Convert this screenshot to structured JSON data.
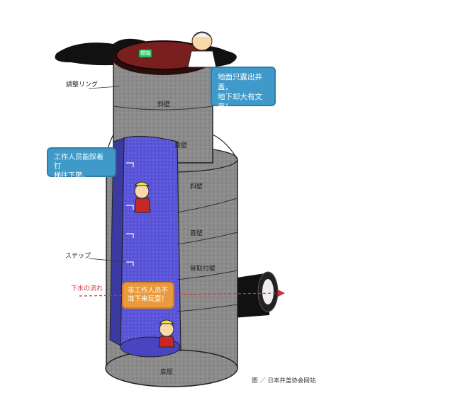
{
  "manhole_label": "標識",
  "parts": {
    "adjust_ring": "調整リング",
    "slope_upper": "斜壁",
    "straight_upper": "直壁",
    "slope_lower": "斜壁",
    "straight_lower": "直壁",
    "pipe_attach": "管取付壁",
    "step": "ステップ",
    "base": "底版",
    "flow": "下水の流れ"
  },
  "bubbles": {
    "top_line1": "地面只露出井盖，",
    "top_line2": "地下却大有文章！",
    "left_line1": "工作人员能踩着钉",
    "left_line2": "梯往下爬。",
    "warn_line1": "非工作人员不",
    "warn_line2": "准下来玩耍！"
  },
  "caption": "图 ／ 日本井盖协会网站",
  "colors": {
    "concrete": "#8e8e8e",
    "interior": "#5a55d8",
    "lid": "#7a1f1f",
    "blue_bubble": "#3f9ac9",
    "orange_bubble": "#e99a3c",
    "flow_arrow": "#c8333a"
  }
}
